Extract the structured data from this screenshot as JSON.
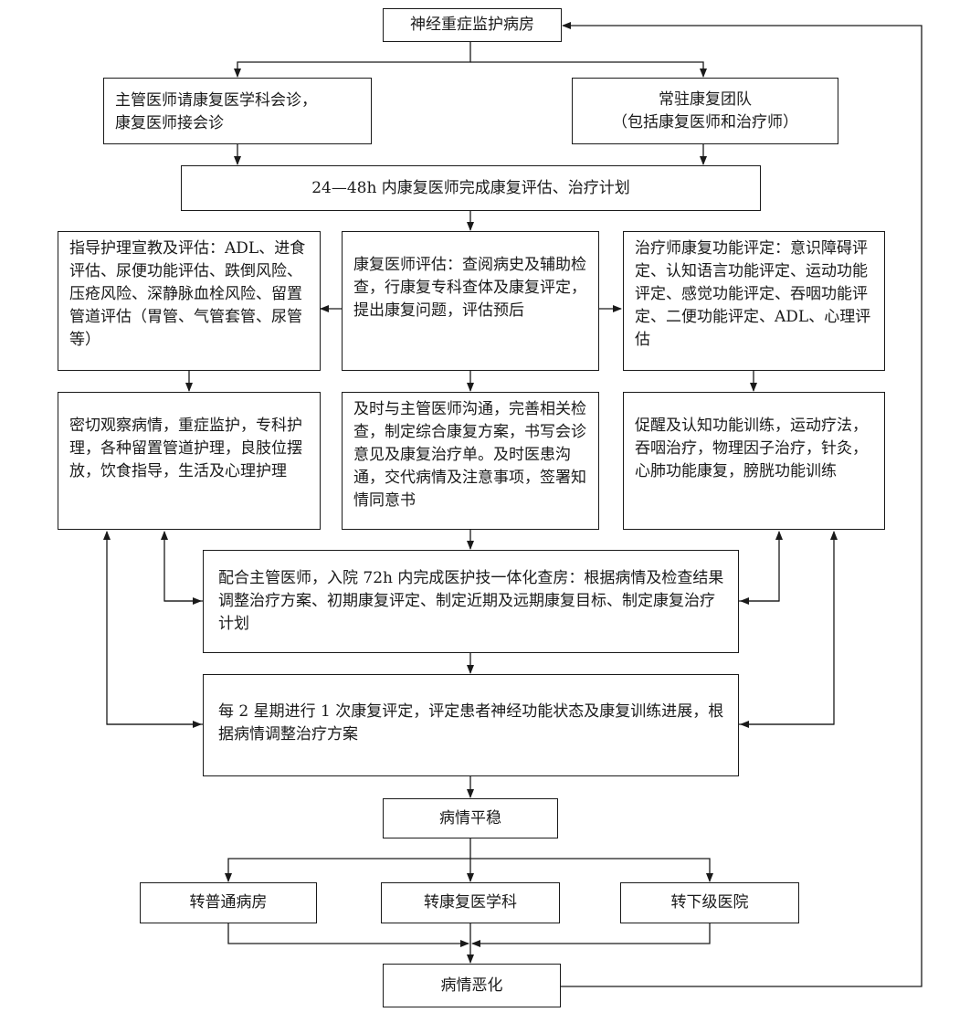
{
  "nodes": {
    "icu": "神经重症监护病房",
    "consult": "主管医师请康复医学科会诊，\n康复医师接会诊",
    "resident_team": "常驻康复团队\n（包括康复医师和治疗师）",
    "plan_24_48h": "24—48h 内康复医师完成康复评估、治疗计划",
    "nursing_eval": "指导护理宣教及评估：ADL、进食评估、尿便功能评估、跌倒风险、压疮风险、深静脉血栓风险、留置管道评估（胃管、气管套管、尿管等）",
    "physician_eval": "康复医师评估：查阅病史及辅助检查，行康复专科查体及康复评定，提出康复问题，评估预后",
    "therapist_eval": "治疗师康复功能评定：意识障碍评定、认知语言功能评定、运动功能评定、感觉功能评定、吞咽功能评定、二便功能评定、ADL、心理评估",
    "nursing_care": "密切观察病情，重症监护，专科护理，各种留置管道护理，良肢位摆放，饮食指导，生活及心理护理",
    "communication": "及时与主管医师沟通，完善相关检查，制定综合康复方案，书写会诊意见及康复治疗单。及时医患沟通，交代病情及注意事项，签署知情同意书",
    "therapy": "促醒及认知功能训练，运动疗法，吞咽治疗，物理因子治疗，针灸，心肺功能康复，膀胱功能训练",
    "ward_round_72h": "配合主管医师，入院 72h 内完成医护技一体化查房：根据病情及检查结果调整治疗方案、初期康复评定、制定近期及远期康复目标、制定康复治疗计划",
    "biweekly_eval": "每 2 星期进行 1 次康复评定，评定患者神经功能状态及康复训练进展，根据病情调整治疗方案",
    "stable": "病情平稳",
    "to_general_ward": "转普通病房",
    "to_rehab_dept": "转康复医学科",
    "to_lower_hospital": "转下级医院",
    "worsen": "病情恶化"
  }
}
